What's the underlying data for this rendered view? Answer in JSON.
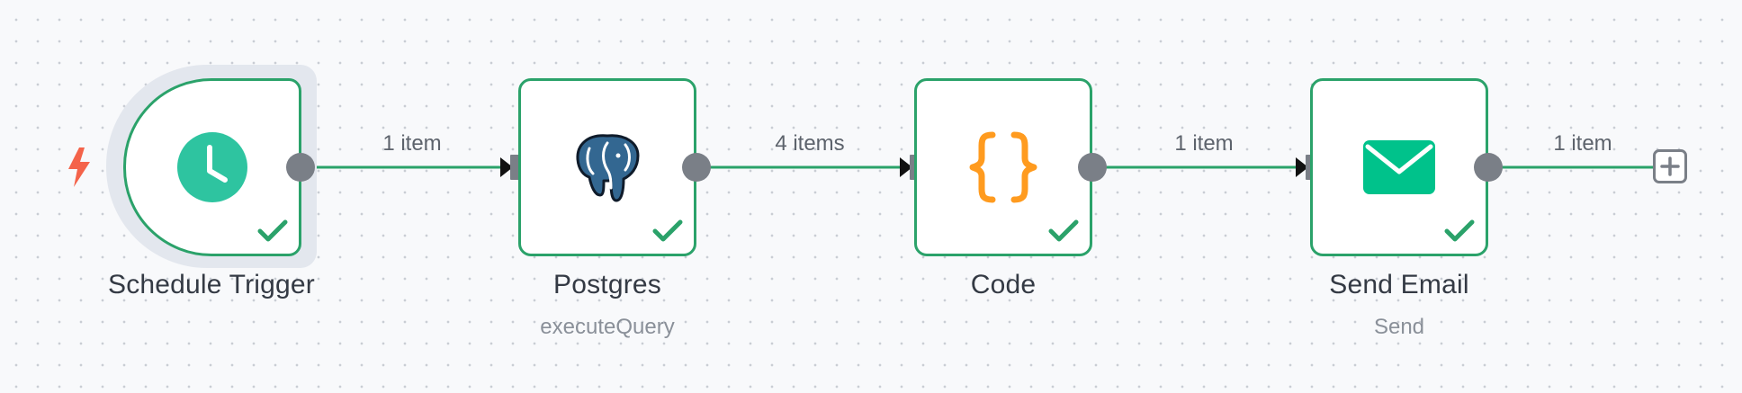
{
  "canvas": {
    "background": "#f8f9fb",
    "grid_dot_color": "#c9cdd4"
  },
  "colors": {
    "success": "#2ba26a",
    "handle": "#7a7f87",
    "trigger_accent": "#f4634a"
  },
  "nodes": [
    {
      "id": "schedule-trigger",
      "title": "Schedule Trigger",
      "subtitle": "",
      "icon": "clock-icon",
      "status": "success",
      "is_trigger": true
    },
    {
      "id": "postgres",
      "title": "Postgres",
      "subtitle": "executeQuery",
      "icon": "postgres-elephant-icon",
      "status": "success",
      "is_trigger": false
    },
    {
      "id": "code",
      "title": "Code",
      "subtitle": "",
      "icon": "code-braces-icon",
      "status": "success",
      "is_trigger": false
    },
    {
      "id": "send-email",
      "title": "Send Email",
      "subtitle": "Send",
      "icon": "envelope-icon",
      "status": "success",
      "is_trigger": false
    }
  ],
  "connections": [
    {
      "from": "schedule-trigger",
      "to": "postgres",
      "label": "1 item"
    },
    {
      "from": "postgres",
      "to": "code",
      "label": "4 items"
    },
    {
      "from": "code",
      "to": "send-email",
      "label": "1 item"
    },
    {
      "from": "send-email",
      "to": "add-node",
      "label": "1 item"
    }
  ],
  "add_node": {
    "icon": "plus-icon"
  },
  "trigger_marker": {
    "icon": "lightning-bolt-icon"
  }
}
